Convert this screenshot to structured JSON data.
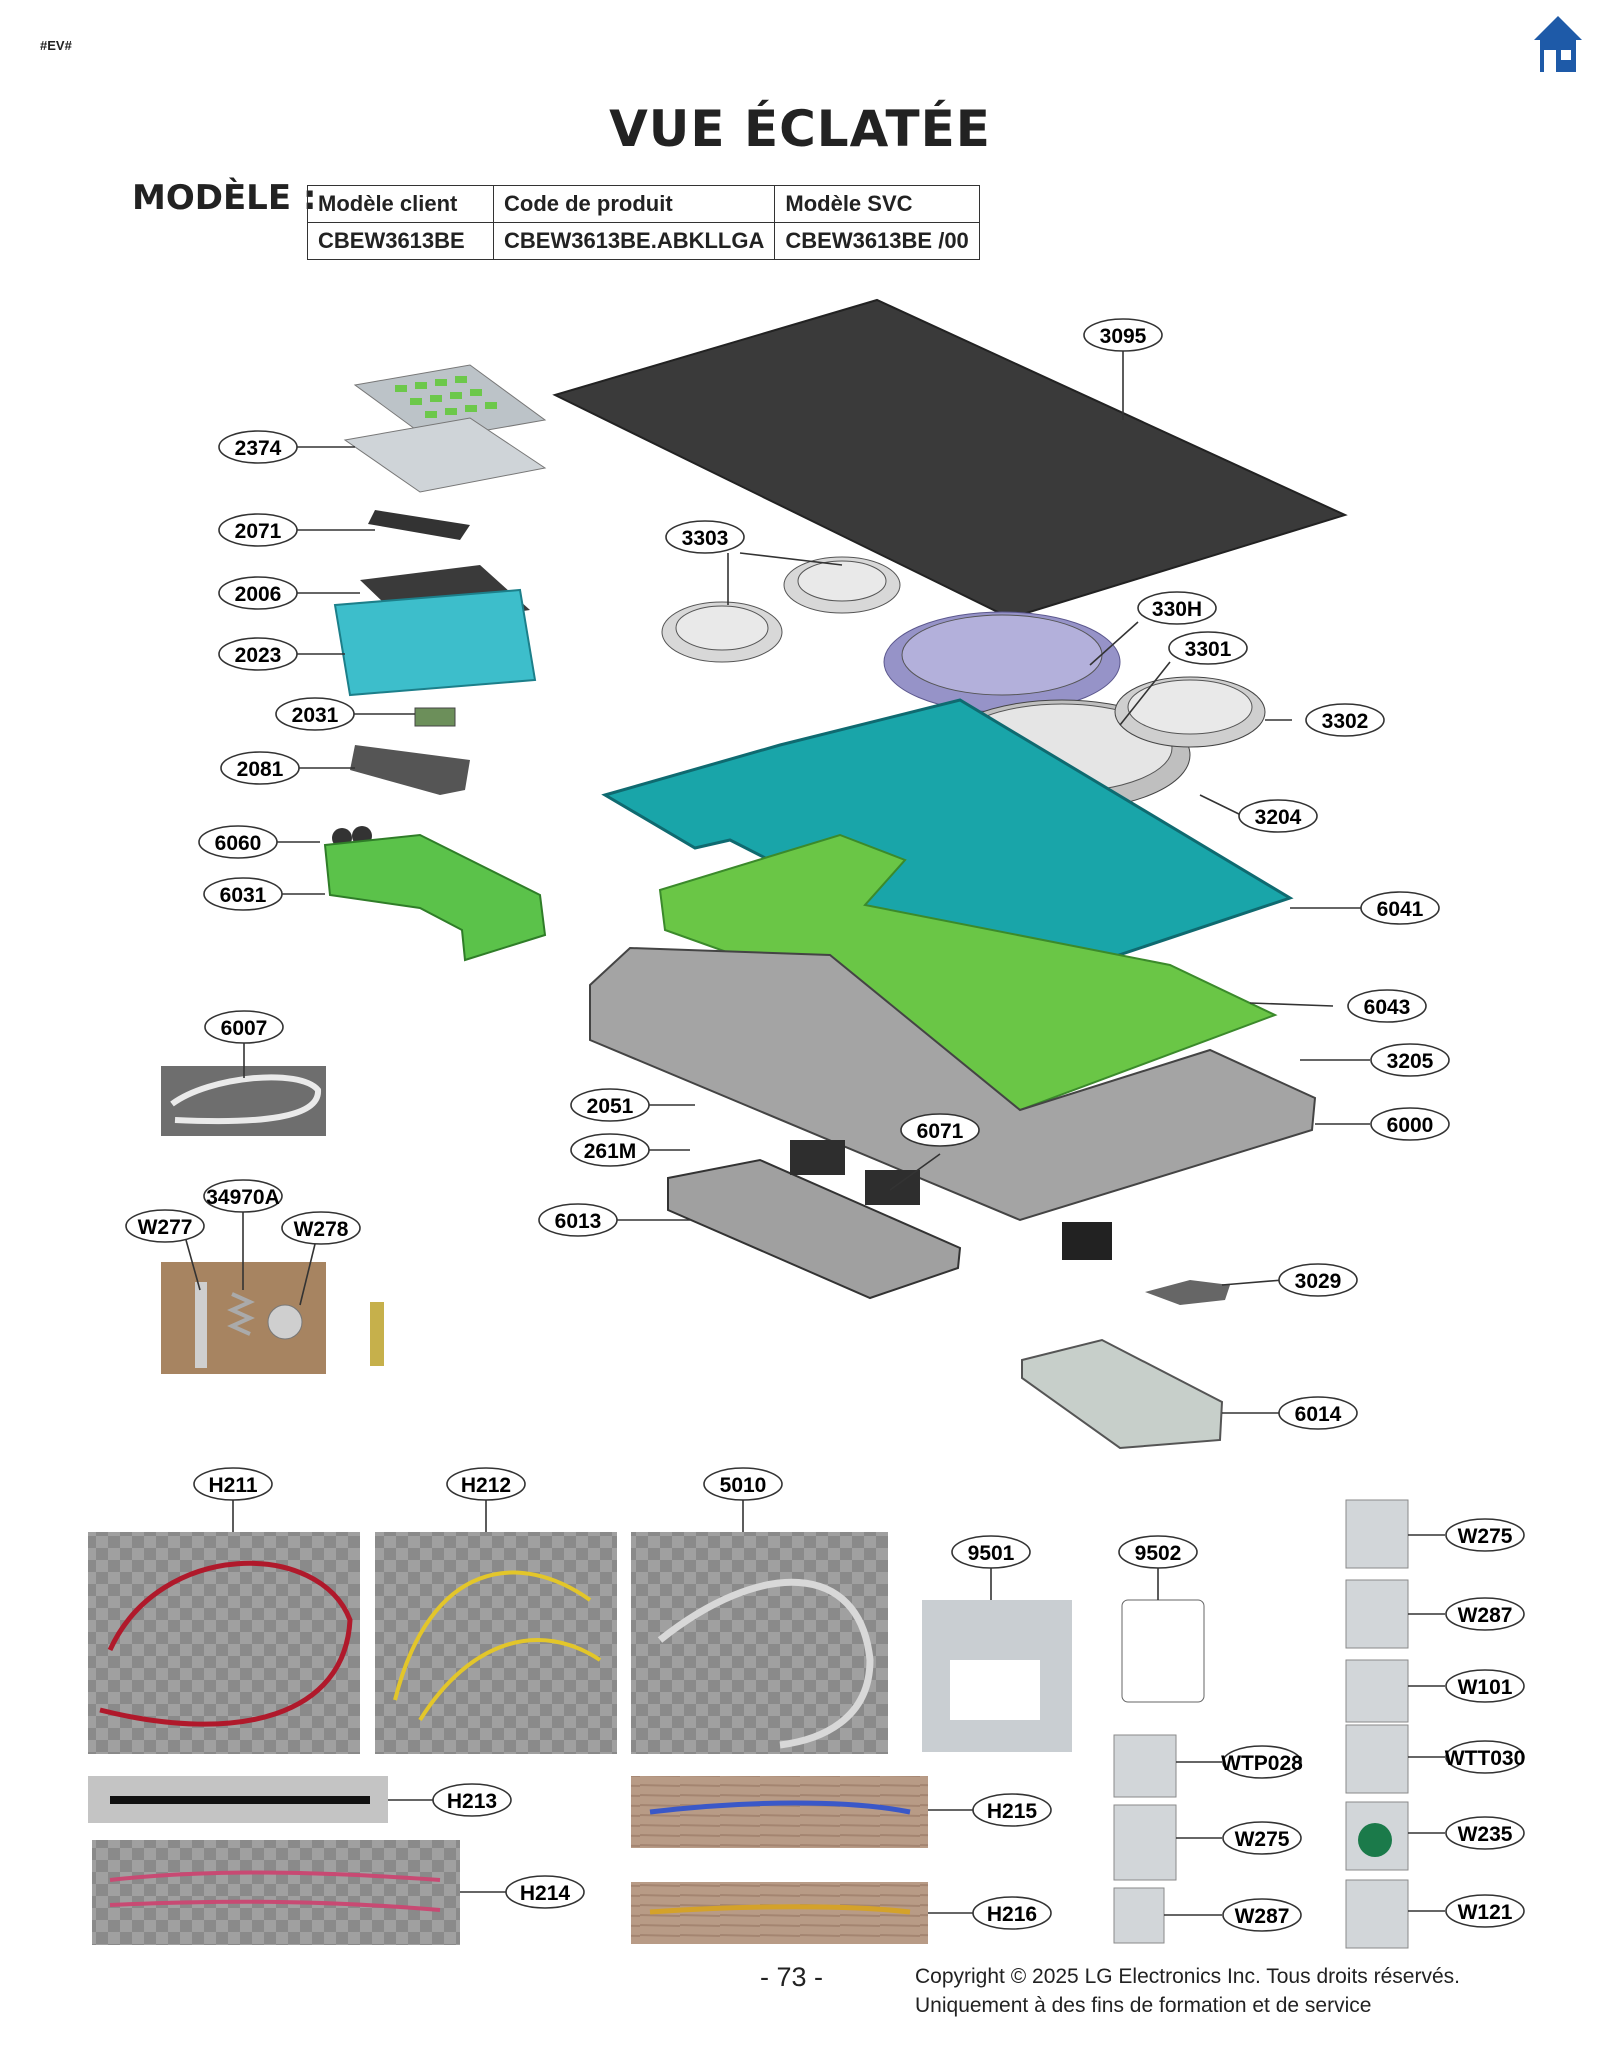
{
  "header": {
    "tag": "#EV#",
    "home_icon": "home-icon",
    "title": "VUE ÉCLATÉE"
  },
  "model": {
    "label": "MODÈLE :",
    "headers": [
      "Modèle client",
      "Code de produit",
      "Modèle SVC"
    ],
    "values": [
      "CBEW3613BE",
      "CBEW3613BE.ABKLLGA",
      "CBEW3613BE  /00"
    ]
  },
  "callouts": {
    "c3095": "3095",
    "c2374": "2374",
    "c2071": "2071",
    "c2006": "2006",
    "c2023": "2023",
    "c2031": "2031",
    "c2081": "2081",
    "c6060": "6060",
    "c6031": "6031",
    "c3303": "3303",
    "c330H": "330H",
    "c3301": "3301",
    "c3302": "3302",
    "c3204": "3204",
    "c6041": "6041",
    "c6043": "6043",
    "c3205": "3205",
    "c6000": "6000",
    "c6007": "6007",
    "c2051": "2051",
    "c261M": "261M",
    "c6071": "6071",
    "c6013": "6013",
    "c34970A": "34970A",
    "cW277": "W277",
    "cW278": "W278",
    "c3029": "3029",
    "c6014": "6014",
    "cH211": "H211",
    "cH212": "H212",
    "c5010": "5010",
    "c9501": "9501",
    "c9502": "9502",
    "cW275a": "W275",
    "cW287a": "W287",
    "cW101": "W101",
    "cWTT030": "WTT030",
    "cW235": "W235",
    "cW121": "W121",
    "cWTP028": "WTP028",
    "cW275b": "W275",
    "cW287b": "W287",
    "cH213": "H213",
    "cH214": "H214",
    "cH215": "H215",
    "cH216": "H216"
  },
  "colors": {
    "teal": "#2aa7a8",
    "green": "#6cc84a",
    "glass": "#3a3a3a",
    "chassis": "#9a9a9a",
    "home_blue": "#1e5aa8"
  },
  "footer": {
    "page_number": "- 73 -",
    "copyright_line1": "Copyright © 2025 LG Electronics Inc. Tous droits réservés.",
    "copyright_line2": "Uniquement à des fins de formation et de service"
  }
}
